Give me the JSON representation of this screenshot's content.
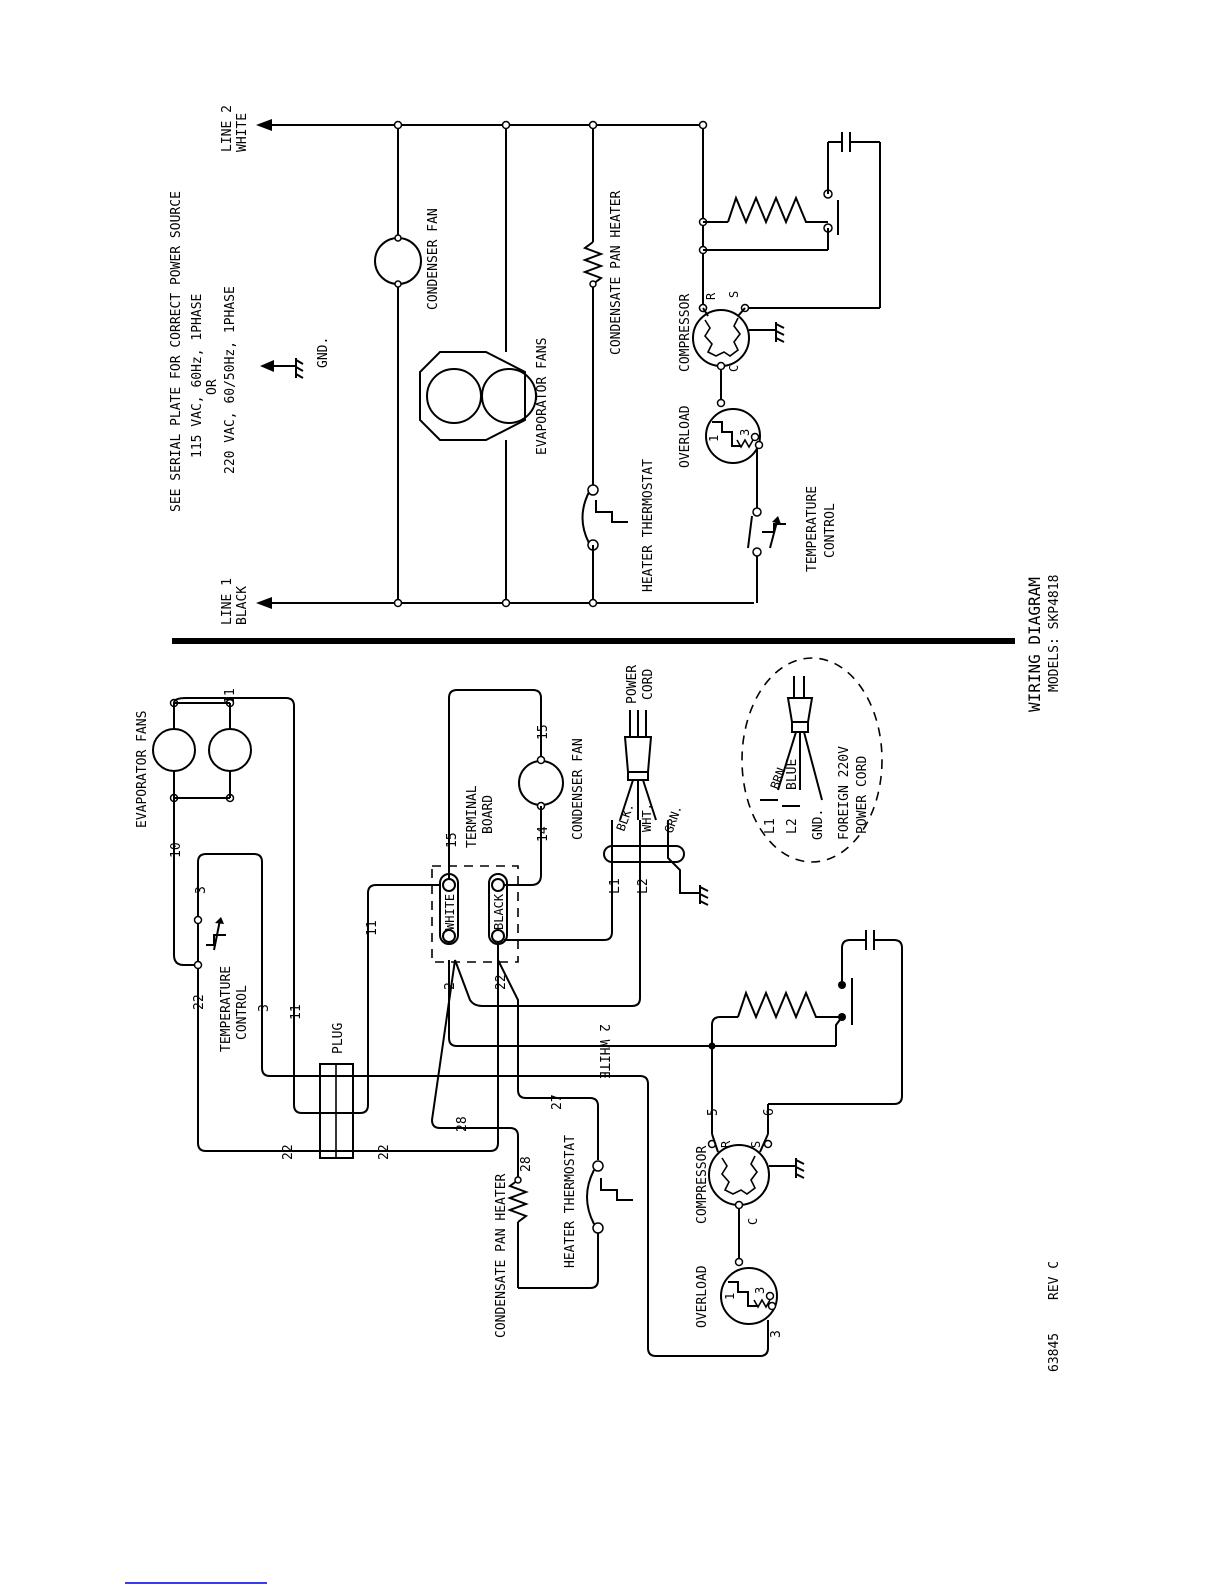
{
  "header": {
    "serial_note_1": "SEE SERIAL PLATE FOR CORRECT POWER SOURCE",
    "serial_note_2": "115 VAC, 60Hz, 1PHASE",
    "serial_note_3": "OR",
    "serial_note_4": "220 VAC, 60/50Hz, 1PHASE"
  },
  "schematic": {
    "line1_label": "LINE 1",
    "line1_color": "BLACK",
    "line2_label": "LINE 2",
    "line2_color": "WHITE",
    "gnd_label": "GND.",
    "condenser_fan": "CONDENSER FAN",
    "evaporator_fans": "EVAPORATOR FANS",
    "condensate_pan_heater": "CONDENSATE PAN HEATER",
    "heater_thermostat": "HEATER THERMOSTAT",
    "compressor": "COMPRESSOR",
    "overload": "OVERLOAD",
    "temp_control_1": "TEMPERATURE",
    "temp_control_2": "CONTROL",
    "r_label": "R",
    "s_label": "S",
    "c_label": "C",
    "overload_pin1": "1",
    "overload_pin3": "3"
  },
  "wiring": {
    "evaporator_fans": "EVAPORATOR FANS",
    "temp_control_1": "TEMPERATURE",
    "temp_control_2": "CONTROL",
    "plug": "PLUG",
    "terminal_board_1": "TERMINAL",
    "terminal_board_2": "BOARD",
    "terminal_white": "WHITE",
    "terminal_black": "BLACK",
    "condenser_fan": "CONDENSER FAN",
    "power_cord_1": "POWER",
    "power_cord_2": "CORD",
    "blk": "BLK.",
    "wht": "WHT.",
    "grn": "GRN.",
    "l1": "L1",
    "l2": "L2",
    "condensate_pan_heater": "CONDENSATE PAN HEATER",
    "heater_thermostat": "HEATER THERMOSTAT",
    "compressor": "COMPRESSOR",
    "overload": "OVERLOAD",
    "two_white": "2 WHITE",
    "r_label": "R",
    "s_label": "S",
    "c_label": "C",
    "overload_pin1": "1",
    "overload_pin3": "3",
    "wire_10": "10",
    "wire_11": "11",
    "wire_3": "3",
    "wire_22": "22",
    "wire_2": "2",
    "wire_15": "15",
    "wire_14": "14",
    "wire_28": "28",
    "wire_27": "27",
    "wire_5": "5",
    "wire_6": "6"
  },
  "foreign_cord": {
    "l1": "L1",
    "l2": "L2",
    "gnd": "GND.",
    "brn": "BRN.",
    "blue": "BLUE",
    "title_1": "FOREIGN 220V",
    "title_2": "POWER CORD"
  },
  "title_block": {
    "title": "WIRING DIAGRAM",
    "models": "MODELS: SKP4818",
    "doc_number": "63845",
    "revision": "REV C"
  }
}
